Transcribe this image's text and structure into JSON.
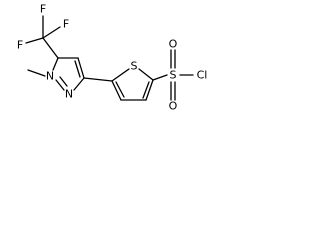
{
  "atoms": {
    "f_top": "F",
    "f_left": "F",
    "f_right": "F",
    "n1": "N",
    "n2": "N",
    "sulfur_ring": "S",
    "sulfur_sulfonyl": "S",
    "o_top": "O",
    "o_bottom": "O",
    "chlorine": "Cl"
  }
}
